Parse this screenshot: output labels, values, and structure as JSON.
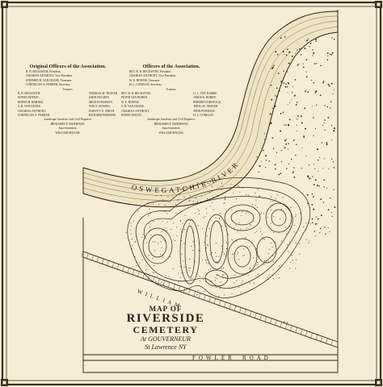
{
  "map_title": {
    "line1": "MAP OF",
    "line2": "RIVERSIDE",
    "line3": "CEMETERY",
    "line4": "At GOUVERNEUR",
    "line5": "St Lawrence  NY"
  },
  "labels": {
    "river": "OSWEGATCHIE  RIVER",
    "road_william": "WILLIAM",
    "road_st": "ST.",
    "road_fowler": "FOWLER",
    "road_road": "ROAD"
  },
  "original_officers": {
    "heading": "Original Officers of the Association.",
    "officers": [
      "B. B. BECKWITH, President.",
      "CHARLES ANTHONY, Vice President.",
      "STEPHEN D. VAN DUZEE, Treasurer.",
      "CORNELIUS A. PARKER, Secretary."
    ],
    "trustees_label": "Trustees.",
    "trustees_left": [
      "B. B. BECKWITH.",
      "EDWIN DODGE.",
      "EDWIN R. BARNES.",
      "S. B. VAN DUZEE.",
      "CHARLES ANTHONY.",
      "CORNELIUS A. PARKER."
    ],
    "trustees_right": [
      "THOMAS M. TRAYER.",
      "JOHN HOLDEN.",
      "MILTON BARNEY.",
      "WM. E. BOWEN.",
      "HARVEY D. SMITH.",
      "RICHARD PARSONS."
    ],
    "gardener_role": "Landscape Gardener and Civil Engineer.",
    "gardener": "BENJAMIN P. HATHEWAY.",
    "superintendent_role": "Superintendent.",
    "superintendent": "WILLIAM MILLER."
  },
  "current_officers": {
    "heading": "Officers of the Association.",
    "officers": [
      "REV. B. B. BECKWITH, President.",
      "CHARLES ANTHONY, Vice President.",
      "W. E. BOWNE, Treasurer.",
      "H. L. CONKLIN, Secretary."
    ],
    "trustees_label": "Trustees.",
    "trustees_left": [
      "REV. B. B. BECKWITH.",
      "PETER VAN BUREN.",
      "W. E. BOWNE.",
      "S. B. VAN DUZEE.",
      "CHARLES ANTHONY.",
      "EDWIN DODGE."
    ],
    "trustees_right": [
      "G. L. VAN NAMEE.",
      "AMOS K. BOBBY.",
      "ROBERT CORSTOCK.",
      "THOS. M. TRAYER.",
      "JOHN PONDATE.",
      "H. L. CONKLIN."
    ],
    "gardener_role": "Landscape Gardener and Civil Engineer.",
    "gardener": "BENJAMIN F. HATHEWAY.",
    "superintendent_role": "Superintendent.",
    "superintendent": "WILLIAM MILLER."
  },
  "colors": {
    "paper": "#f6edd6",
    "ink": "#2a2018",
    "river_fill": "#efe3c2",
    "border": "#3a2d22"
  }
}
